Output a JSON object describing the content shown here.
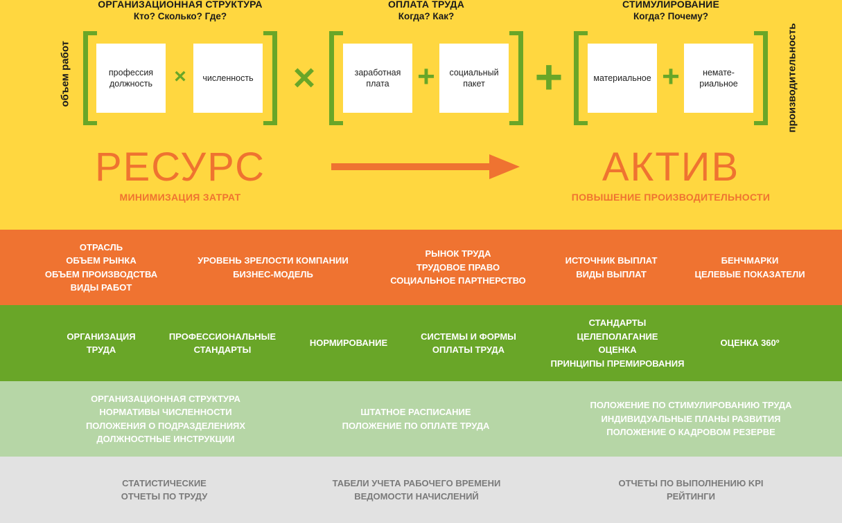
{
  "groups": [
    {
      "title": "ОРГАНИЗАЦИОННАЯ СТРУКТУРА",
      "subtitle": "Кто? Сколько? Где?",
      "boxes": [
        [
          "профессия",
          "должность"
        ],
        [
          "численность"
        ]
      ],
      "inner_operator": "×"
    },
    {
      "title": "ОПЛАТА ТРУДА",
      "subtitle": "Когда? Как?",
      "boxes": [
        [
          "заработная",
          "плата"
        ],
        [
          "социальный",
          "пакет"
        ]
      ],
      "inner_operator": "+"
    },
    {
      "title": "СТИМУЛИРОВАНИЕ",
      "subtitle": "Когда? Почему?",
      "boxes": [
        [
          "материальное"
        ],
        [
          "немате-",
          "риальное"
        ]
      ],
      "inner_operator": "+"
    }
  ],
  "operators_between": [
    "×",
    "+"
  ],
  "left_vertical_label": "объем работ",
  "right_vertical_label": "производительность",
  "resource": {
    "title": "РЕСУРС",
    "subtitle": "МИНИМИЗАЦИЯ ЗАТРАТ"
  },
  "asset": {
    "title": "АКТИВ",
    "subtitle": "ПОВЫШЕНИЕ ПРОИЗВОДИТЕЛЬНОСТИ"
  },
  "colors": {
    "yellow": "#ffd740",
    "orange": "#ef7331",
    "green": "#69a628",
    "light_green": "#b6d6a6",
    "grey": "#e2e2e2",
    "grey_text": "#7a7a7a"
  },
  "bands": {
    "orange": [
      [
        "ОТРАСЛЬ",
        "ОБЪЕМ РЫНКА",
        "ОБЪЕМ ПРОИЗВОДСТВА",
        "ВИДЫ РАБОТ"
      ],
      [
        "УРОВЕНЬ ЗРЕЛОСТИ КОМПАНИИ",
        "БИЗНЕС-МОДЕЛЬ"
      ],
      [
        "РЫНОК ТРУДА",
        "ТРУДОВОЕ ПРАВО",
        "СОЦИАЛЬНОЕ ПАРТНЕРСТВО"
      ],
      [
        "ИСТОЧНИК ВЫПЛАТ",
        "ВИДЫ ВЫПЛАТ"
      ],
      [
        "БЕНЧМАРКИ",
        "ЦЕЛЕВЫЕ ПОКАЗАТЕЛИ"
      ]
    ],
    "green": [
      [
        "ОРГАНИЗАЦИЯ",
        "ТРУДА"
      ],
      [
        "ПРОФЕССИОНАЛЬНЫЕ",
        "СТАНДАРТЫ"
      ],
      [
        "НОРМИРОВАНИЕ"
      ],
      [
        "СИСТЕМЫ И ФОРМЫ",
        "ОПЛАТЫ ТРУДА"
      ],
      [
        "СТАНДАРТЫ",
        "ЦЕЛЕПОЛАГАНИЕ",
        "ОЦЕНКА",
        "ПРИНЦИПЫ ПРЕМИРОВАНИЯ"
      ],
      [
        "ОЦЕНКА 360º"
      ]
    ],
    "lightgreen": [
      [
        "ОРГАНИЗАЦИОННАЯ СТРУКТУРА",
        "НОРМАТИВЫ ЧИСЛЕННОСТИ",
        "ПОЛОЖЕНИЯ О ПОДРАЗДЕЛЕНИЯХ",
        "ДОЛЖНОСТНЫЕ ИНСТРУКЦИИ"
      ],
      [
        "ШТАТНОЕ РАСПИСАНИЕ",
        "ПОЛОЖЕНИЕ ПО ОПЛАТЕ ТРУДА"
      ],
      [
        "ПОЛОЖЕНИЕ ПО СТИМУЛИРОВАНИЮ ТРУДА",
        "ИНДИВИДУАЛЬНЫЕ ПЛАНЫ РАЗВИТИЯ",
        "ПОЛОЖЕНИЕ О КАДРОВОМ РЕЗЕРВЕ"
      ]
    ],
    "grey": [
      [
        "СТАТИСТИЧЕСКИЕ",
        "ОТЧЕТЫ ПО ТРУДУ"
      ],
      [
        "ТАБЕЛИ УЧЕТА РАБОЧЕГО ВРЕМЕНИ",
        "ВЕДОМОСТИ НАЧИСЛЕНИЙ"
      ],
      [
        "ОТЧЕТЫ ПО ВЫПОЛНЕНИЮ KPI",
        "РЕЙТИНГИ"
      ]
    ]
  }
}
